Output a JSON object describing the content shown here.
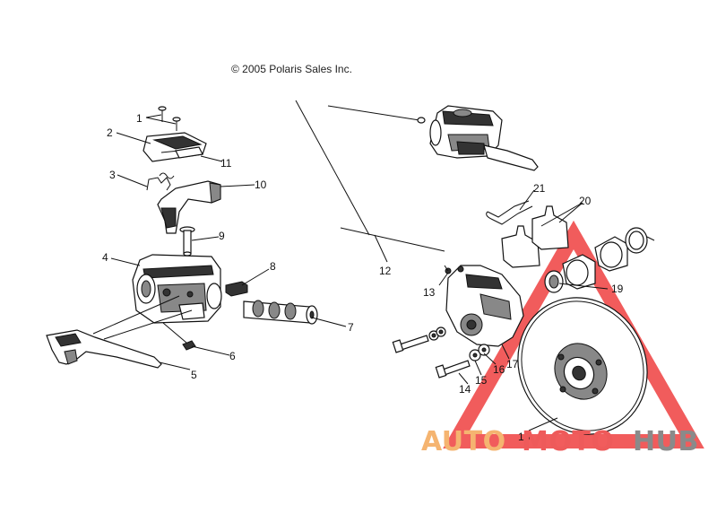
{
  "copyright": "© 2005 Polaris Sales Inc.",
  "callouts": [
    {
      "id": "c1",
      "label": "1"
    },
    {
      "id": "c2",
      "label": "2"
    },
    {
      "id": "c3",
      "label": "3"
    },
    {
      "id": "c4",
      "label": "4"
    },
    {
      "id": "c5",
      "label": "5"
    },
    {
      "id": "c6",
      "label": "6"
    },
    {
      "id": "c7",
      "label": "7"
    },
    {
      "id": "c8",
      "label": "8"
    },
    {
      "id": "c9",
      "label": "9"
    },
    {
      "id": "c10",
      "label": "10"
    },
    {
      "id": "c11",
      "label": "11"
    },
    {
      "id": "c12",
      "label": "12"
    },
    {
      "id": "c13",
      "label": "13"
    },
    {
      "id": "c14",
      "label": "14"
    },
    {
      "id": "c15",
      "label": "15"
    },
    {
      "id": "c16",
      "label": "16"
    },
    {
      "id": "c17",
      "label": "17"
    },
    {
      "id": "c18",
      "label": "18"
    },
    {
      "id": "c19",
      "label": "19"
    },
    {
      "id": "c20",
      "label": "20"
    },
    {
      "id": "c21",
      "label": "21"
    }
  ],
  "watermark": {
    "part1": "AUTO",
    "part2": "MOTO",
    "part3": "HUB",
    "colors": {
      "orange": "#f5b470",
      "red": "#ee5a5a",
      "gray": "#8a8a8a",
      "triangle": "#ef4040"
    }
  }
}
